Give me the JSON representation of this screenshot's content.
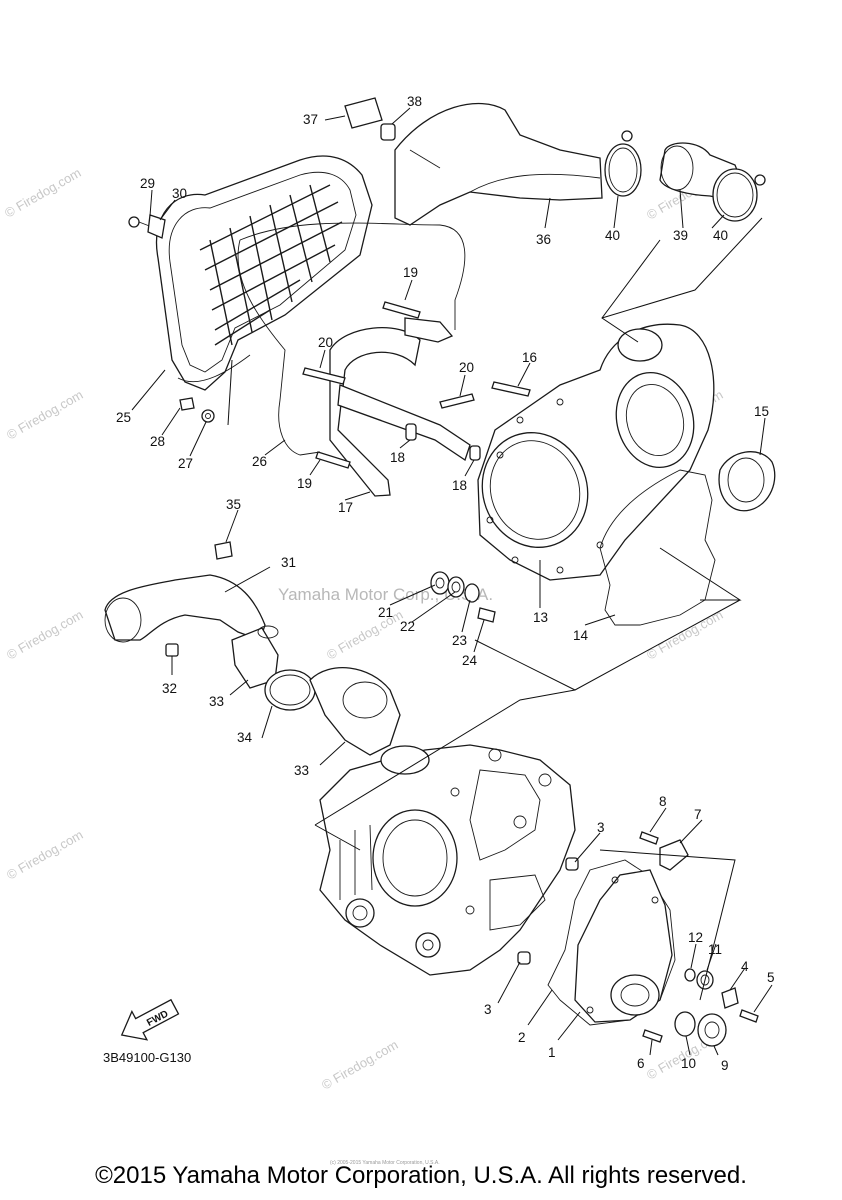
{
  "callouts": [
    "1",
    "2",
    "3",
    "3",
    "4",
    "5",
    "6",
    "7",
    "8",
    "9",
    "10",
    "11",
    "12",
    "13",
    "14",
    "15",
    "16",
    "17",
    "18",
    "18",
    "19",
    "19",
    "20",
    "20",
    "21",
    "22",
    "23",
    "24",
    "25",
    "26",
    "27",
    "28",
    "29",
    "30",
    "31",
    "32",
    "33",
    "33",
    "34",
    "35",
    "36",
    "37",
    "38",
    "39",
    "40",
    "40"
  ],
  "diagram_code": "3B49100-G130",
  "fwd_label": "FWD",
  "watermark_center": "Yamaha Motor Corp., U.S.A.",
  "watermark_site": "© Firedog.com",
  "fine_print": "(c) 2005-2015 Yamaha Motor Corporation, U.S.A.",
  "copyright": "©2015 Yamaha Motor Corporation, U.S.A. All rights reserved."
}
